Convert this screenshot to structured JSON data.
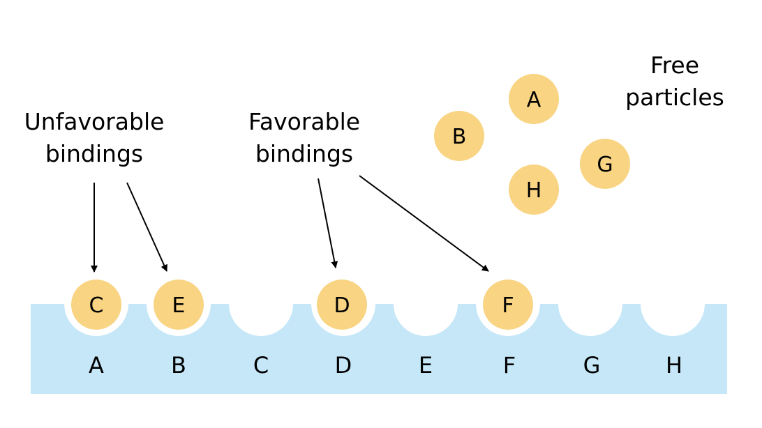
{
  "colors": {
    "surface": "#c5e7f8",
    "particle": "#f8d483",
    "arrow": "#000000",
    "background": "#ffffff"
  },
  "headings": {
    "unfavorable": {
      "line1": "Unfavorable",
      "line2": "bindings"
    },
    "favorable": {
      "line1": "Favorable",
      "line2": "bindings"
    },
    "free": {
      "line1": "Free",
      "line2": "particles"
    }
  },
  "sites": [
    {
      "label": "A",
      "bound_particle": "C"
    },
    {
      "label": "B",
      "bound_particle": "E"
    },
    {
      "label": "C",
      "bound_particle": null
    },
    {
      "label": "D",
      "bound_particle": "D"
    },
    {
      "label": "E",
      "bound_particle": null
    },
    {
      "label": "F",
      "bound_particle": "F"
    },
    {
      "label": "G",
      "bound_particle": null
    },
    {
      "label": "H",
      "bound_particle": null
    }
  ],
  "free_particles": [
    "A",
    "B",
    "G",
    "H"
  ]
}
